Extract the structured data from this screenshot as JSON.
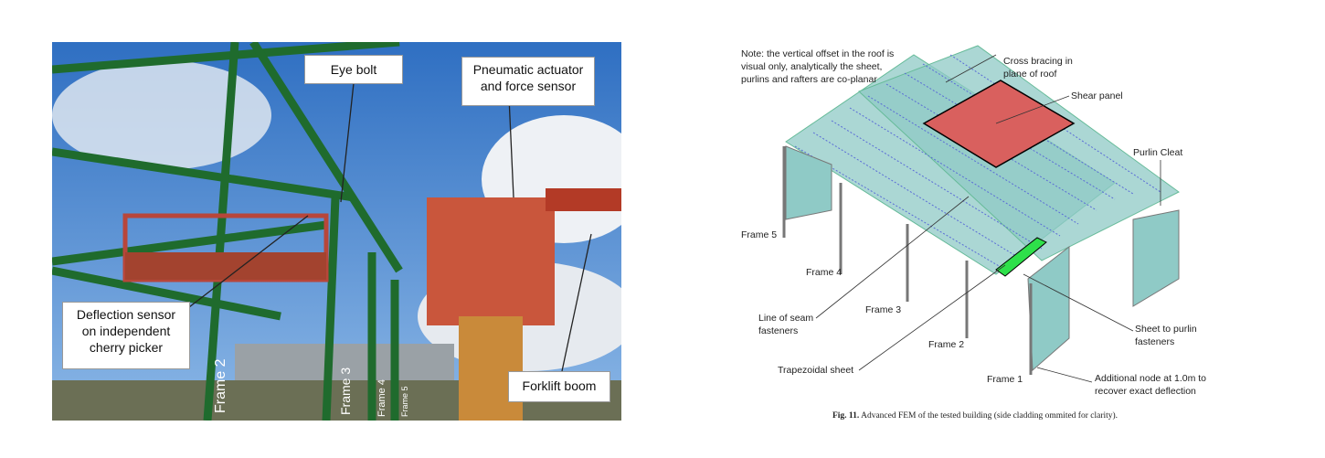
{
  "photo": {
    "callouts": {
      "eye_bolt": "Eye bolt",
      "actuator": "Pneumatic actuator and force sensor",
      "deflection": "Deflection sensor on independent cherry picker",
      "forklift": "Forklift boom"
    },
    "frames": [
      "Frame 2",
      "Frame 3",
      "Frame 4",
      "Frame 5"
    ]
  },
  "diagram": {
    "note": "Note: the vertical offset in the roof is visual only, analytically the sheet, purlins and rafters are co-planar",
    "labels": {
      "cross_bracing": "Cross bracing in plane of roof",
      "shear_panel": "Shear panel",
      "purlin_cleat": "Purlin Cleat",
      "frame5": "Frame 5",
      "frame4": "Frame 4",
      "frame3": "Frame 3",
      "frame2": "Frame 2",
      "frame1": "Frame 1",
      "seam": "Line of seam fasteners",
      "trapezoidal": "Trapezoidal sheet",
      "sheet_purlin": "Sheet to purlin fasteners",
      "additional_node": "Additional node at 1.0m to recover exact deflection"
    },
    "colors": {
      "sheet": "#8fcac6",
      "shear": "#d9605e",
      "highlight": "#2ee04a"
    }
  },
  "caption": {
    "prefix": "Fig. 11.",
    "text": " Advanced FEM of the tested building (side cladding ommited for clarity)."
  }
}
